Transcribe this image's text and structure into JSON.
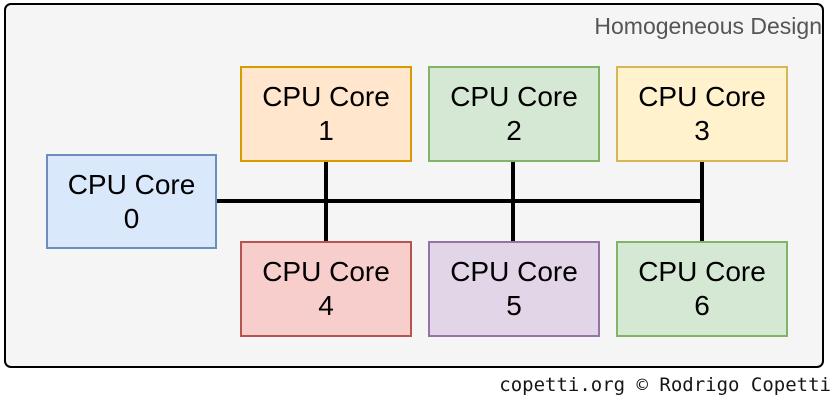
{
  "title": "Homogeneous Design",
  "caption": "copetti.org © Rodrigo Copetti",
  "line_color": "#000000",
  "palette": {
    "blue": {
      "fill": "#dae8fc",
      "stroke": "#6c8ebf"
    },
    "orange": {
      "fill": "#ffe6cc",
      "stroke": "#d79b00"
    },
    "green": {
      "fill": "#d5e8d4",
      "stroke": "#82b366"
    },
    "yellow": {
      "fill": "#fff2cc",
      "stroke": "#d6b656"
    },
    "red": {
      "fill": "#f8cecc",
      "stroke": "#b85450"
    },
    "purple": {
      "fill": "#e1d5e7",
      "stroke": "#9673a6"
    }
  },
  "cores": [
    {
      "name": "CPU Core",
      "number": "0",
      "color": "blue"
    },
    {
      "name": "CPU Core",
      "number": "1",
      "color": "orange"
    },
    {
      "name": "CPU Core",
      "number": "2",
      "color": "green"
    },
    {
      "name": "CPU Core",
      "number": "3",
      "color": "yellow"
    },
    {
      "name": "CPU Core",
      "number": "4",
      "color": "red"
    },
    {
      "name": "CPU Core",
      "number": "5",
      "color": "purple"
    },
    {
      "name": "CPU Core",
      "number": "6",
      "color": "green"
    }
  ]
}
